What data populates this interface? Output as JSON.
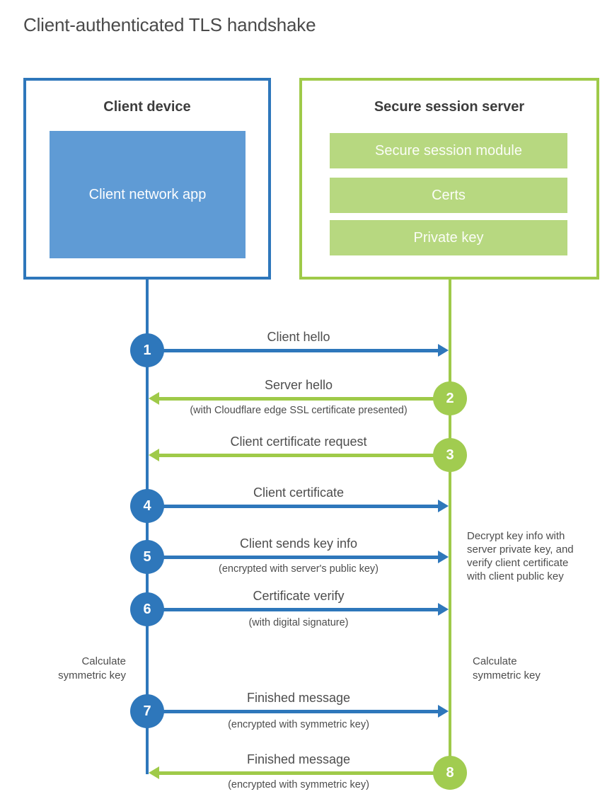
{
  "title": "Client-authenticated TLS handshake",
  "colors": {
    "blue": "#2e77bb",
    "blue_light": "#5f9bd5",
    "green": "#9fca49",
    "green_circle": "#a1cc50",
    "green_light": "#b7d880",
    "label_text": "#4d4d4d",
    "heading_text": "#3d3d3d"
  },
  "client": {
    "title": "Client device",
    "app_label": "Client network app"
  },
  "server": {
    "title": "Secure session server",
    "modules": [
      "Secure session module",
      "Certs",
      "Private key"
    ]
  },
  "steps": [
    {
      "number": "1",
      "actor": "client",
      "direction": "right",
      "label": "Client hello",
      "sublabel": ""
    },
    {
      "number": "2",
      "actor": "server",
      "direction": "left",
      "label": "Server hello",
      "sublabel": "(with Cloudflare edge SSL certificate presented)"
    },
    {
      "number": "3",
      "actor": "server",
      "direction": "left",
      "label": "Client certificate request",
      "sublabel": ""
    },
    {
      "number": "4",
      "actor": "client",
      "direction": "right",
      "label": "Client certificate",
      "sublabel": ""
    },
    {
      "number": "5",
      "actor": "client",
      "direction": "right",
      "label": "Client sends key info",
      "sublabel": "(encrypted with server's public key)"
    },
    {
      "number": "6",
      "actor": "client",
      "direction": "right",
      "label": "Certificate verify",
      "sublabel": "(with digital signature)"
    },
    {
      "number": "7",
      "actor": "client",
      "direction": "right",
      "label": "Finished message",
      "sublabel": "(encrypted with symmetric key)"
    },
    {
      "number": "8",
      "actor": "server",
      "direction": "left",
      "label": "Finished message",
      "sublabel": "(encrypted with symmetric key)"
    }
  ],
  "notes": {
    "decrypt": "Decrypt key info with server private key, and verify client certificate with client public key",
    "calc_symmetric_left": "Calculate symmetric key",
    "calc_symmetric_right": "Calculate symmetric key"
  }
}
